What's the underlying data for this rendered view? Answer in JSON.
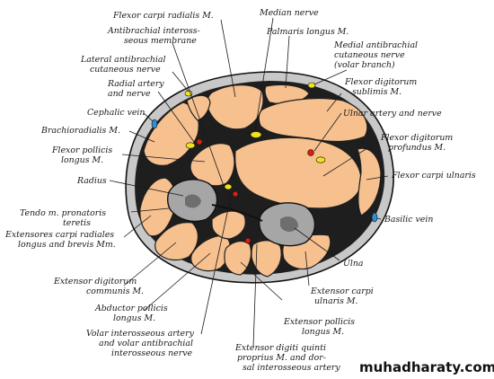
{
  "colors": {
    "muscle": "#f6c08f",
    "skin": "#c8c8c8",
    "fascia": "#1e1e1e",
    "bone": "#a6a6a6",
    "bone_marrow": "#6e6e6e",
    "nerve": "#f2e21a",
    "artery": "#d92010",
    "vein": "#2f8fd6",
    "label": "#1a1a1a"
  },
  "labels": {
    "flexor_carpi_radialis": "Flexor carpi radialis M.",
    "median_nerve": "Median nerve",
    "palmaris_longus": "Palmaris longus M.",
    "antibrachial_interosseous_l1": "Antibrachial inteross-",
    "antibrachial_interosseous_l2": "seous membrane",
    "medial_cutaneous_l1": "Medial antibrachial",
    "medial_cutaneous_l2": "cutaneous nerve",
    "medial_cutaneous_l3": "(volar branch)",
    "lateral_cutaneous_l1": "Lateral antibrachial",
    "lateral_cutaneous_l2": "cutaneous nerve",
    "radial_artery_l1": "Radial artery",
    "radial_artery_l2": "and nerve",
    "fds_l1": "Flexor digitorum",
    "fds_l2": "sublimis M.",
    "cephalic_vein": "Cephalic vein",
    "brachioradialis": "Brachioradialis M.",
    "ulnar_artery_nerve": "Ulnar artery and nerve",
    "fpl_l1": "Flexor pollicis",
    "fpl_l2": "longus M.",
    "fdp_l1": "Flexor digitorum",
    "fdp_l2": "profundus M.",
    "flexor_carpi_ulnaris": "Flexor carpi ulnaris",
    "radius": "Radius",
    "pronator_l1": "Tendo m. pronatoris",
    "pronator_l2": "teretis",
    "basilic_vein": "Basilic vein",
    "ecr_l1": "Extensores carpi radiales",
    "ecr_l2": "longus and brevis Mm.",
    "ulna": "Ulna",
    "edc_l1": "Extensor digitorum",
    "edc_l2": "communis M.",
    "ecu_l1": "Extensor carpi",
    "ecu_l2": "ulnaris M.",
    "apl_l1": "Abductor pollicis",
    "apl_l2": "longus M.",
    "epl_l1": "Extensor pollicis",
    "epl_l2": "longus M.",
    "volar_l1": "Volar interosseous artery",
    "volar_l2": "and volar antibrachial",
    "volar_l3": "interosseous nerve",
    "edq_l1": "Extensor digiti quinti",
    "edq_l2": "proprius M. and dor-",
    "edq_l3": "sal interosseous artery"
  },
  "watermark": "muhadharaty.com"
}
